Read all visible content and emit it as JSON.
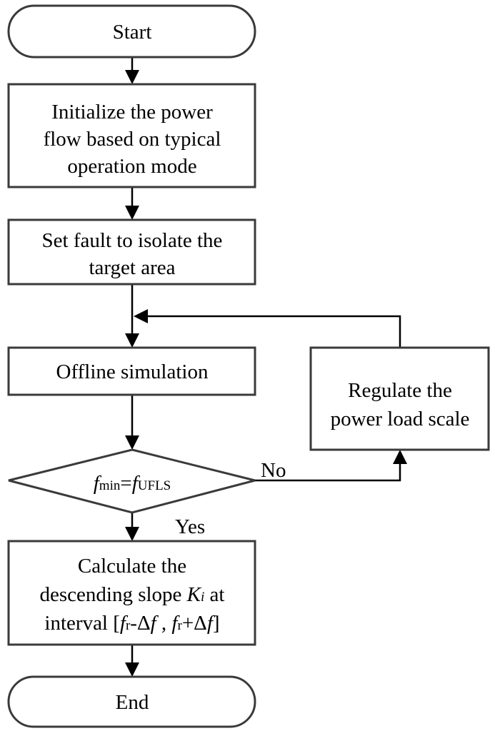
{
  "nodes": {
    "start": {
      "label": "Start"
    },
    "init": {
      "lines": [
        "Initialize the power",
        "flow based on typical",
        "operation mode"
      ]
    },
    "fault": {
      "lines": [
        "Set fault to isolate the",
        "target area"
      ]
    },
    "sim": {
      "label": "Offline simulation"
    },
    "decision": {
      "f": "f",
      "min": "min",
      "eq": "=",
      "f2": "f",
      "ufls": "UFLS"
    },
    "regulate": {
      "lines": [
        "Regulate the",
        "power load scale"
      ]
    },
    "calc": {
      "line1": "Calculate the",
      "line2_a": "descending slope ",
      "line2_k": "K",
      "line2_i": "i",
      "line2_b": " at",
      "line3_a": "interval [",
      "f": "f",
      "r": "r",
      "minus": "-Δ",
      "comma": " , ",
      "plus": "+Δ",
      "close": "]"
    },
    "end": {
      "label": "End"
    }
  },
  "edges": {
    "no": "No",
    "yes": "Yes"
  }
}
